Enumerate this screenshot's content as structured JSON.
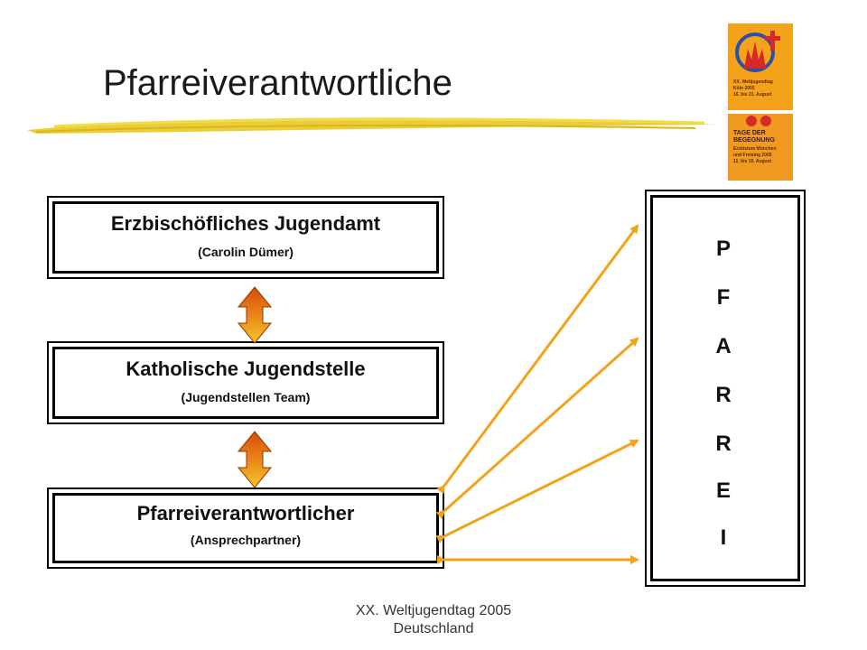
{
  "header": {
    "title": "Pfarreiverantwortliche"
  },
  "logo": {
    "top_lines": [
      "XX. Weltjugendtag",
      "Köln 2005",
      "16. bis 21. August"
    ],
    "bottom_title": [
      "TAGE DER",
      "BEGEGNUNG"
    ],
    "bottom_lines": [
      "Erzbistum München",
      "und Freising 2005",
      "11. bis 15. August"
    ]
  },
  "boxes": {
    "jugendamt": {
      "title": "Erzbischöfliches Jugendamt",
      "subtitle": "(Carolin Dümer)"
    },
    "jugendstelle": {
      "title": "Katholische Jugendstelle",
      "subtitle": "(Jugendstellen Team)"
    },
    "verantwortlicher": {
      "title": "Pfarreiverantwortlicher",
      "subtitle": "(Ansprechpartner)"
    }
  },
  "pfarrei": {
    "letters": [
      "P",
      "F",
      "A",
      "R",
      "R",
      "E",
      "I"
    ]
  },
  "footer": {
    "line1": "XX. Weltjugendtag 2005",
    "line2": "Deutschland"
  },
  "colors": {
    "arrow": "#f4a21a",
    "double_arrow_top": "#d94a0a",
    "double_arrow_bottom": "#f9c32a",
    "swoosh": "#e9c825"
  }
}
